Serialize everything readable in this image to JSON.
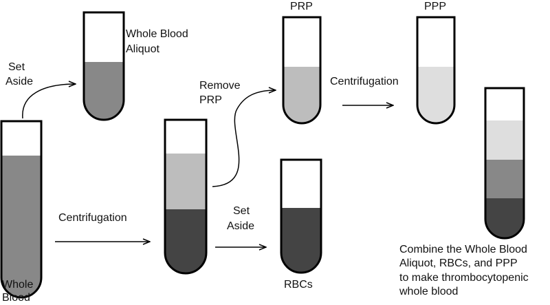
{
  "colors": {
    "outline": "#000000",
    "whole_blood": "#888888",
    "prp": "#bdbdbd",
    "ppp": "#dedede",
    "rbc": "#444444",
    "empty": "#ffffff"
  },
  "labels": {
    "whole_blood_aliquot_line1": "Whole Blood",
    "whole_blood_aliquot_line2": "Aliquot",
    "set_aside_top_line1": "Set",
    "set_aside_top_line2": "Aside",
    "remove_prp_line1": "Remove",
    "remove_prp_line2": "PRP",
    "prp_title": "PRP",
    "centrifugation_top": "Centrifugation",
    "ppp_title": "PPP",
    "centrifugation_bottom": "Centrifugation",
    "set_aside_bottom_line1": "Set",
    "set_aside_bottom_line2": "Aside",
    "whole_blood_line1": "Whole",
    "whole_blood_line2": "Blood",
    "rbcs": "RBCs",
    "combine_line1": "Combine the Whole Blood",
    "combine_line2": "Aliquot, RBCs, and PPP",
    "combine_line3": "to make thrombocytopenic",
    "combine_line4": "whole blood"
  }
}
